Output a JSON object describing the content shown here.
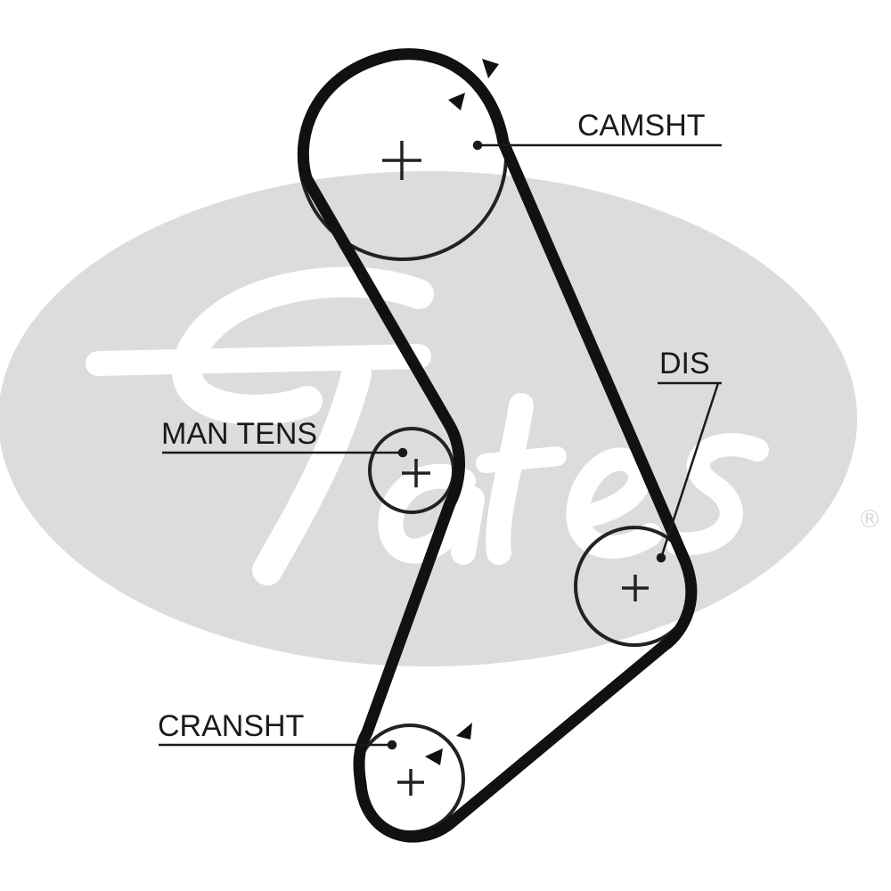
{
  "colors": {
    "belt": "#111111",
    "pulley": "#222222",
    "logo": "#dcdcdc",
    "logo_letters": "#ffffff",
    "background": "#ffffff"
  },
  "logo": {
    "brand": "Gates",
    "registered_mark": "®"
  },
  "labels": {
    "camshaft": "CAMSHT",
    "distributor": "DIS",
    "manual_tensioner": "MAN TENS",
    "crankshaft": "CRANSHT"
  },
  "icons": {
    "rotation_arrow": "triangle-arrow-icon",
    "pulley_center": "plus-icon"
  }
}
